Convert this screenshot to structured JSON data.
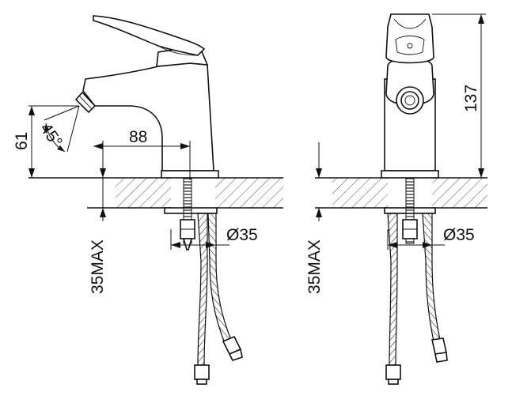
{
  "diagram": {
    "side_view": {
      "angle_label": "45°",
      "height_label": "61",
      "reach_label": "88",
      "max_thickness_label": "35MAX",
      "hole_label": "Ø35"
    },
    "front_view": {
      "height_label": "137",
      "max_thickness_label": "35MAX",
      "hole_label": "Ø35"
    }
  }
}
